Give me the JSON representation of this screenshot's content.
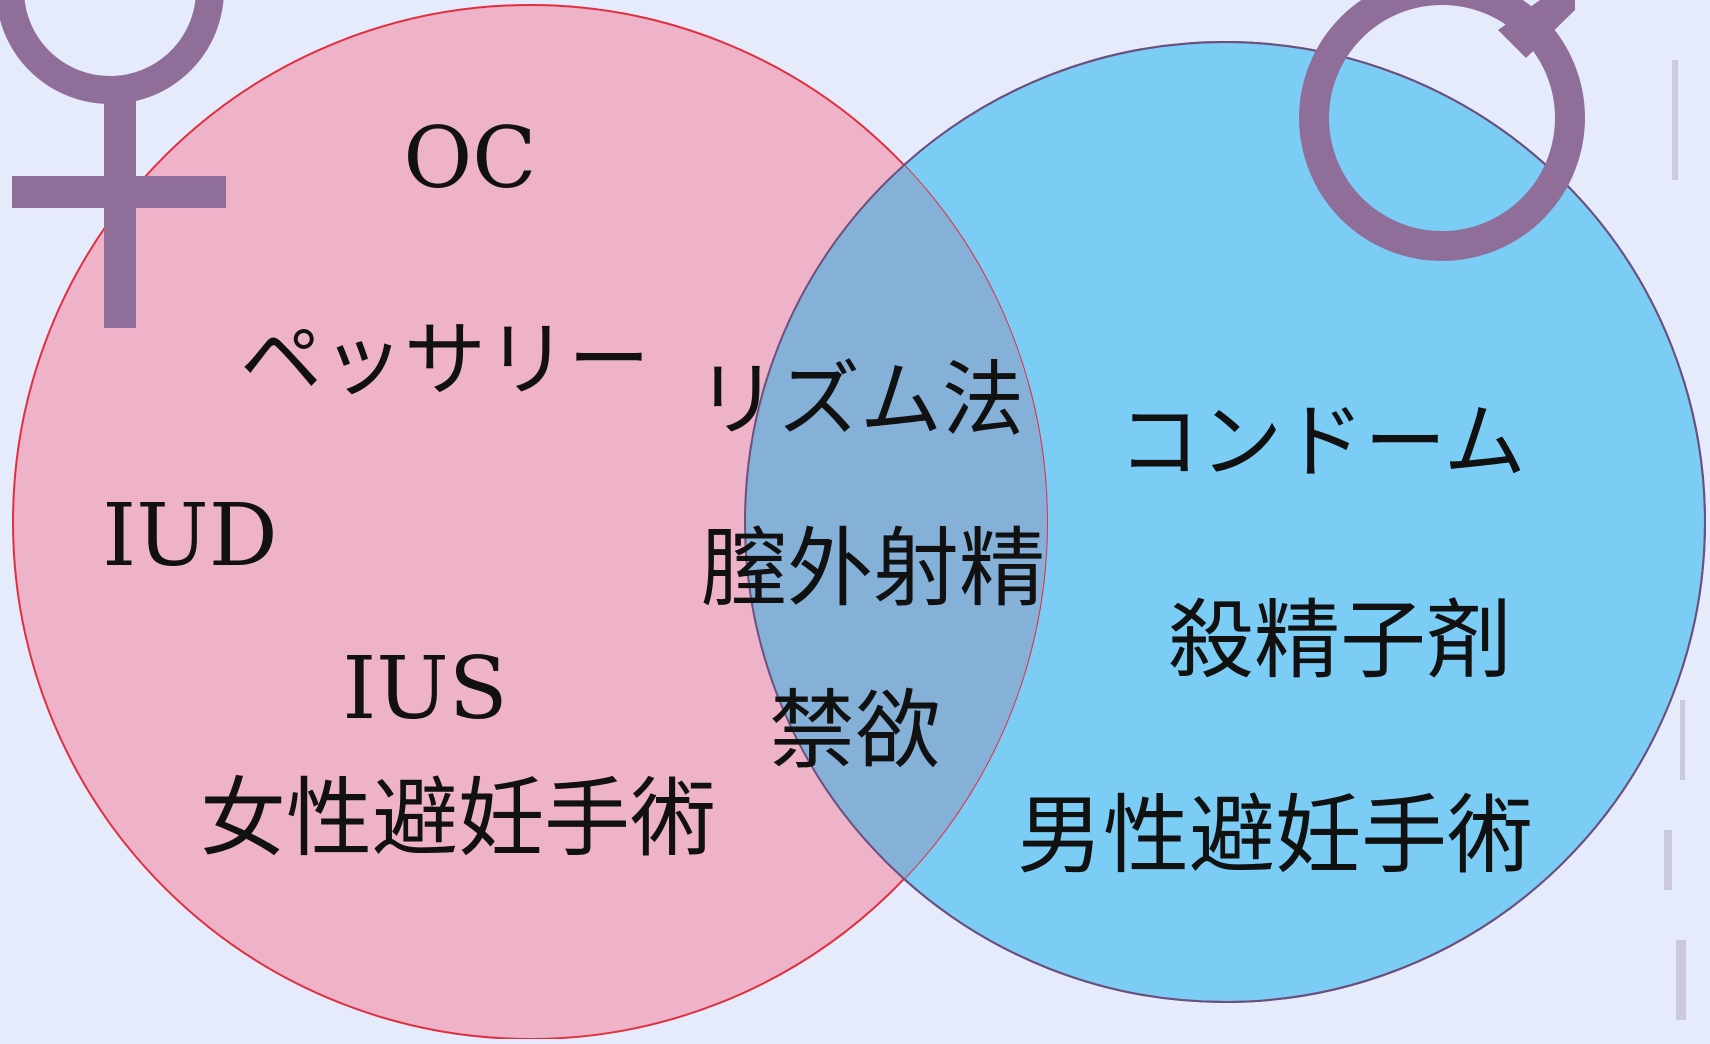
{
  "diagram": {
    "type": "venn",
    "colors": {
      "background": "#e6ebfb",
      "female_fill": "#efb3c9",
      "female_stroke": "#e03040",
      "male_fill": "#7ccdf6",
      "overlap_fill": "#85b1d9",
      "symbol_color": "#8f6e9a",
      "edge_stroke": "#6b4f7c"
    },
    "female_set": {
      "symbol": "female-symbol-icon",
      "items": [
        "OC",
        "ペッサリー",
        "IUD",
        "IUS",
        "女性避妊手術"
      ]
    },
    "male_set": {
      "symbol": "male-symbol-icon",
      "items": [
        "コンドーム",
        "殺精子剤",
        "男性避妊手術"
      ]
    },
    "shared_items": [
      "リズム法",
      "膣外射精",
      "禁欲"
    ]
  }
}
